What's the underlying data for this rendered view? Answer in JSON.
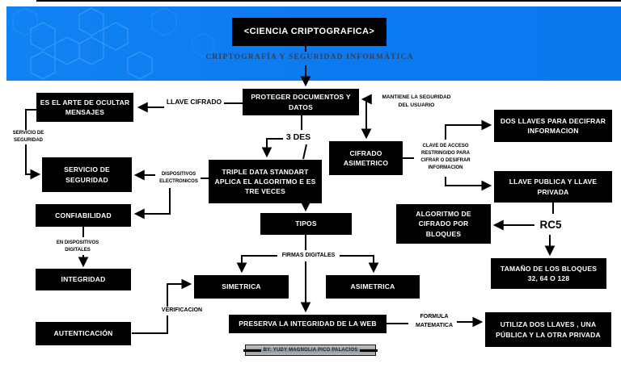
{
  "header": {
    "title": "<CIENCIA CRIPTOGRAFICA>",
    "subtitle": "CRIPTOGRAFÍA Y SEGURIDAD INFORMÁTICA",
    "banner_color": "#0b7af0",
    "hexagon_color": "#55a9f6"
  },
  "boxes": {
    "proteger": "PROTEGER DOCUMENTOS Y\nDATOS",
    "es_el_arte": "ES EL ARTE DE OCULTAR\nMENSAJES",
    "servicio_seguridad": "SERVICIO DE\nSEGURIDAD",
    "triple_data": "TRIPLE DATA STANDART\nAPLICA EL ALGORITMO E ES\nTRE VECES",
    "cifrado_asimetrico": "CIFRADO\nASIMETRICO",
    "dos_llaves": "DOS LLAVES PARA DECIFRAR\nINFORMACION",
    "llave_publica": "LLAVE PUBLICA Y LLAVE\nPRIVADA",
    "algoritmo_bloques": "ALGORITMO DE\nCIFRADO POR\nBLOQUES",
    "tamano_bloques": "TAMAÑO DE LOS BLOQUES\n32, 64 O 128",
    "confiabilidad": "CONFIABILIDAD",
    "integridad": "INTEGRIDAD",
    "autenticacion": "AUTENTICACIÓN",
    "tipos": "TIPOS",
    "simetrica": "SIMETRICA",
    "asimetrica": "ASIMETRICA",
    "preserva": "PRESERVA LA INTEGRIDAD DE LA WEB",
    "utiliza": "UTILIZA DOS LLAVES , UNA\nPÚBLICA Y LA OTRA PRIVADA"
  },
  "labels": {
    "llave_cifrado": "LLAVE CIFRADO",
    "mantiene": "MANTIENE LA SEGURIDAD\nDEL USUARIO",
    "servicio_small": "SERVICIO DE\nSEGURIDAD",
    "tres_des": "3 DES",
    "dispositivos": "DISPOSITIVOS\nELECTRONICOS",
    "clave_acceso": "CLAVE DE ACCESO\nRESTRINGIDO PARA\nCIFRAR O DESIFRAR\nINFORMACION",
    "en_dispositivos": "EN DISPOSITIVOS\nDIGITALES",
    "firmas_digitales": "FIRMAS DIGITALES",
    "verificacion": "VERIFICACION",
    "rc5": "RC5",
    "formula": "FORMULA\nMATEMATICA"
  },
  "credit": {
    "text": "BY:  YUDY MAGNOLIA PICO PALACIOS"
  }
}
